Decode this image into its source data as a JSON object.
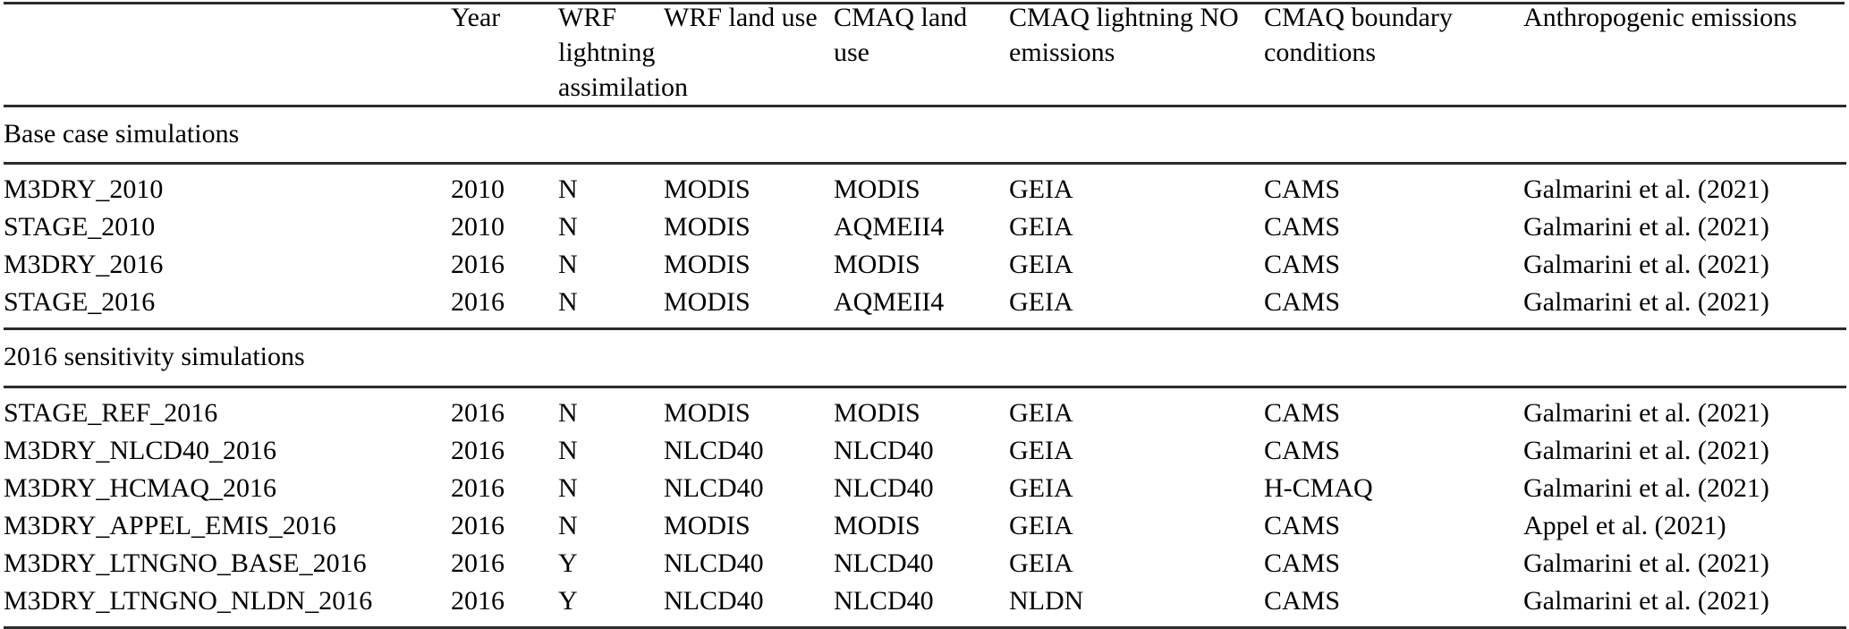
{
  "table": {
    "columns": [
      {
        "key": "name",
        "label": ""
      },
      {
        "key": "year",
        "label": "Year"
      },
      {
        "key": "wrf_lightning_assimilation",
        "label": "WRF lightning assimilation"
      },
      {
        "key": "wrf_land_use",
        "label": "WRF land use"
      },
      {
        "key": "cmaq_land_use",
        "label": "CMAQ land use"
      },
      {
        "key": "cmaq_lightning_no_emissions",
        "label": "CMAQ lightning NO emissions"
      },
      {
        "key": "cmaq_boundary_conditions",
        "label": "CMAQ boundary conditions"
      },
      {
        "key": "anthropogenic_emissions",
        "label": "Anthropogenic emissions"
      }
    ],
    "sections": [
      {
        "title": "Base case simulations",
        "rows": [
          {
            "name": "M3DRY_2010",
            "year": "2010",
            "wrf_lightning_assimilation": "N",
            "wrf_land_use": "MODIS",
            "cmaq_land_use": "MODIS",
            "cmaq_lightning_no_emissions": "GEIA",
            "cmaq_boundary_conditions": "CAMS",
            "anthropogenic_emissions": "Galmarini et al. (2021)"
          },
          {
            "name": "STAGE_2010",
            "year": "2010",
            "wrf_lightning_assimilation": "N",
            "wrf_land_use": "MODIS",
            "cmaq_land_use": "AQMEII4",
            "cmaq_lightning_no_emissions": "GEIA",
            "cmaq_boundary_conditions": "CAMS",
            "anthropogenic_emissions": "Galmarini et al. (2021)"
          },
          {
            "name": "M3DRY_2016",
            "year": "2016",
            "wrf_lightning_assimilation": "N",
            "wrf_land_use": "MODIS",
            "cmaq_land_use": "MODIS",
            "cmaq_lightning_no_emissions": "GEIA",
            "cmaq_boundary_conditions": "CAMS",
            "anthropogenic_emissions": "Galmarini et al. (2021)"
          },
          {
            "name": "STAGE_2016",
            "year": "2016",
            "wrf_lightning_assimilation": "N",
            "wrf_land_use": "MODIS",
            "cmaq_land_use": "AQMEII4",
            "cmaq_lightning_no_emissions": "GEIA",
            "cmaq_boundary_conditions": "CAMS",
            "anthropogenic_emissions": "Galmarini et al. (2021)"
          }
        ]
      },
      {
        "title": "2016 sensitivity simulations",
        "rows": [
          {
            "name": "STAGE_REF_2016",
            "year": "2016",
            "wrf_lightning_assimilation": "N",
            "wrf_land_use": "MODIS",
            "cmaq_land_use": "MODIS",
            "cmaq_lightning_no_emissions": "GEIA",
            "cmaq_boundary_conditions": "CAMS",
            "anthropogenic_emissions": "Galmarini et al. (2021)"
          },
          {
            "name": "M3DRY_NLCD40_2016",
            "year": "2016",
            "wrf_lightning_assimilation": "N",
            "wrf_land_use": "NLCD40",
            "cmaq_land_use": "NLCD40",
            "cmaq_lightning_no_emissions": "GEIA",
            "cmaq_boundary_conditions": "CAMS",
            "anthropogenic_emissions": "Galmarini et al. (2021)"
          },
          {
            "name": "M3DRY_HCMAQ_2016",
            "year": "2016",
            "wrf_lightning_assimilation": "N",
            "wrf_land_use": "NLCD40",
            "cmaq_land_use": "NLCD40",
            "cmaq_lightning_no_emissions": "GEIA",
            "cmaq_boundary_conditions": "H-CMAQ",
            "anthropogenic_emissions": "Galmarini et al. (2021)"
          },
          {
            "name": "M3DRY_APPEL_EMIS_2016",
            "year": "2016",
            "wrf_lightning_assimilation": "N",
            "wrf_land_use": "MODIS",
            "cmaq_land_use": "MODIS",
            "cmaq_lightning_no_emissions": "GEIA",
            "cmaq_boundary_conditions": "CAMS",
            "anthropogenic_emissions": "Appel et al. (2021)"
          },
          {
            "name": "M3DRY_LTNGNO_BASE_2016",
            "year": "2016",
            "wrf_lightning_assimilation": "Y",
            "wrf_land_use": "NLCD40",
            "cmaq_land_use": "NLCD40",
            "cmaq_lightning_no_emissions": "GEIA",
            "cmaq_boundary_conditions": "CAMS",
            "anthropogenic_emissions": "Galmarini et al. (2021)"
          },
          {
            "name": "M3DRY_LTNGNO_NLDN_2016",
            "year": "2016",
            "wrf_lightning_assimilation": "Y",
            "wrf_land_use": "NLCD40",
            "cmaq_land_use": "NLCD40",
            "cmaq_lightning_no_emissions": "NLDN",
            "cmaq_boundary_conditions": "CAMS",
            "anthropogenic_emissions": "Galmarini et al. (2021)"
          }
        ]
      }
    ],
    "rule_color": "#2b2b2b"
  }
}
